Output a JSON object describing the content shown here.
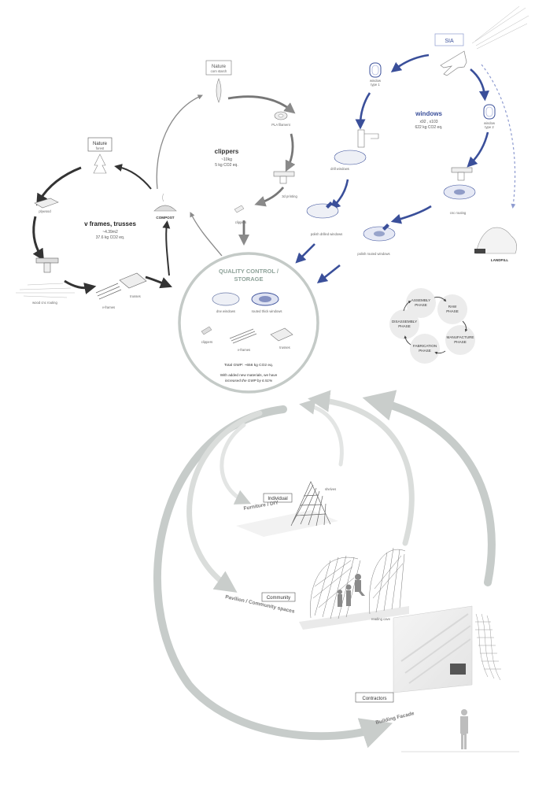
{
  "source": {
    "sia": "SIA",
    "landfill": "LANDFILL",
    "window_type_1": [
      "window",
      "type 1"
    ],
    "window_type_2": [
      "window",
      "type 2"
    ],
    "windows_title": "windows",
    "windows_stats": [
      "x92 , x103",
      "622 kg CO2 eq."
    ],
    "drill_windows": "drill windows",
    "polish_drilled": "polish drilled windows",
    "polish_routed": "polish routed windows",
    "cnc_routing": "cnc routing"
  },
  "clippers_loop": {
    "nature_title": "Nature",
    "nature_sub": "corn starch",
    "pla": "PLA filament",
    "printing": "3d printing",
    "clippers_item": "clippers",
    "title": "clippers",
    "stats": [
      "~10kg",
      "5 kg CO2 eq."
    ]
  },
  "vframe_loop": {
    "nature_title": "Nature",
    "nature_sub": "forest",
    "plywood": "plywood",
    "compost": "COMPOST",
    "title": "v frames, trusses",
    "stats": [
      "~4.39m2",
      "37.6 kg CO2 eq."
    ],
    "wood_cnc": "wood cnc routing",
    "vframes": "v-frames",
    "trusses": "trusses"
  },
  "storage": {
    "title": [
      "QUALITY CONTROL /",
      "STORAGE"
    ],
    "items": [
      "drw windows",
      "routed thick windows",
      "clippers",
      "v-frames",
      "trusses"
    ],
    "total": "Total GWP: ~656 kg CO2 eq.",
    "note": [
      "With added new materials, we have",
      "increased the GWP by 6.51%"
    ]
  },
  "phases": {
    "assembly": [
      "ASSEMBLY",
      "PHASE"
    ],
    "raw": [
      "RAW",
      "PHASE"
    ],
    "manufacture": [
      "MANUFACTURE",
      "PHASE"
    ],
    "fabrication": [
      "FABRICATION",
      "PHASE"
    ],
    "disassembly": [
      "DISASSEMBLY",
      "PHASE"
    ]
  },
  "uses": {
    "individual": "Individual",
    "furniture": "Furniture / DIY",
    "shelves": "shelves",
    "community": "Community",
    "pavilion": "Pavilion / Community spaces",
    "reading_cave": "reading cave",
    "contractors": "Contractors",
    "facade": "Building Facade"
  },
  "colors": {
    "blue": "#3a4f9a",
    "blue_light": "#8e9bd0",
    "dark": "#3a3a3a",
    "gray": "#8a8a8a",
    "light_gray": "#d3d6d4",
    "mint": "#8fa39a"
  }
}
